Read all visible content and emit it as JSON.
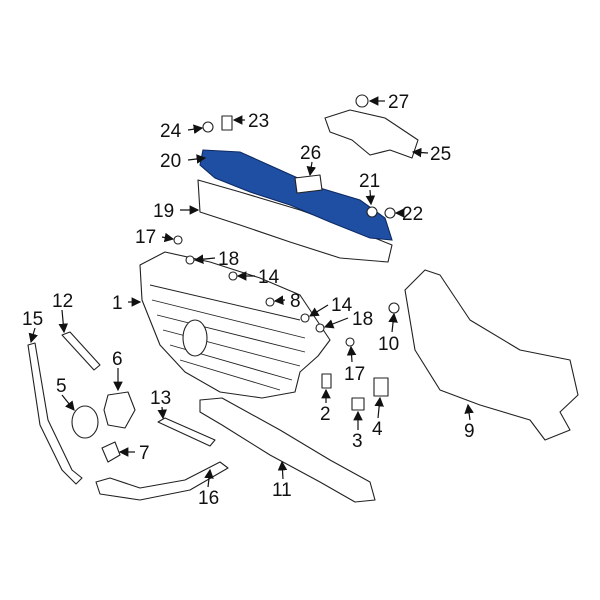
{
  "diagram": {
    "highlight_color": "#1f4fa3",
    "callouts": {
      "c27": "27",
      "c24": "24",
      "c23": "23",
      "c20": "20",
      "c26": "26",
      "c25": "25",
      "c21": "21",
      "c22": "22",
      "c19": "19",
      "c17a": "17",
      "c18a": "18",
      "c14a": "14",
      "c1": "1",
      "c8": "8",
      "c14b": "14",
      "c18b": "18",
      "c12": "12",
      "c15": "15",
      "c10": "10",
      "c6": "6",
      "c17b": "17",
      "c5": "5",
      "c13": "13",
      "c2": "2",
      "c4": "4",
      "c7": "7",
      "c3": "3",
      "c9": "9",
      "c11": "11",
      "c16": "16"
    }
  }
}
